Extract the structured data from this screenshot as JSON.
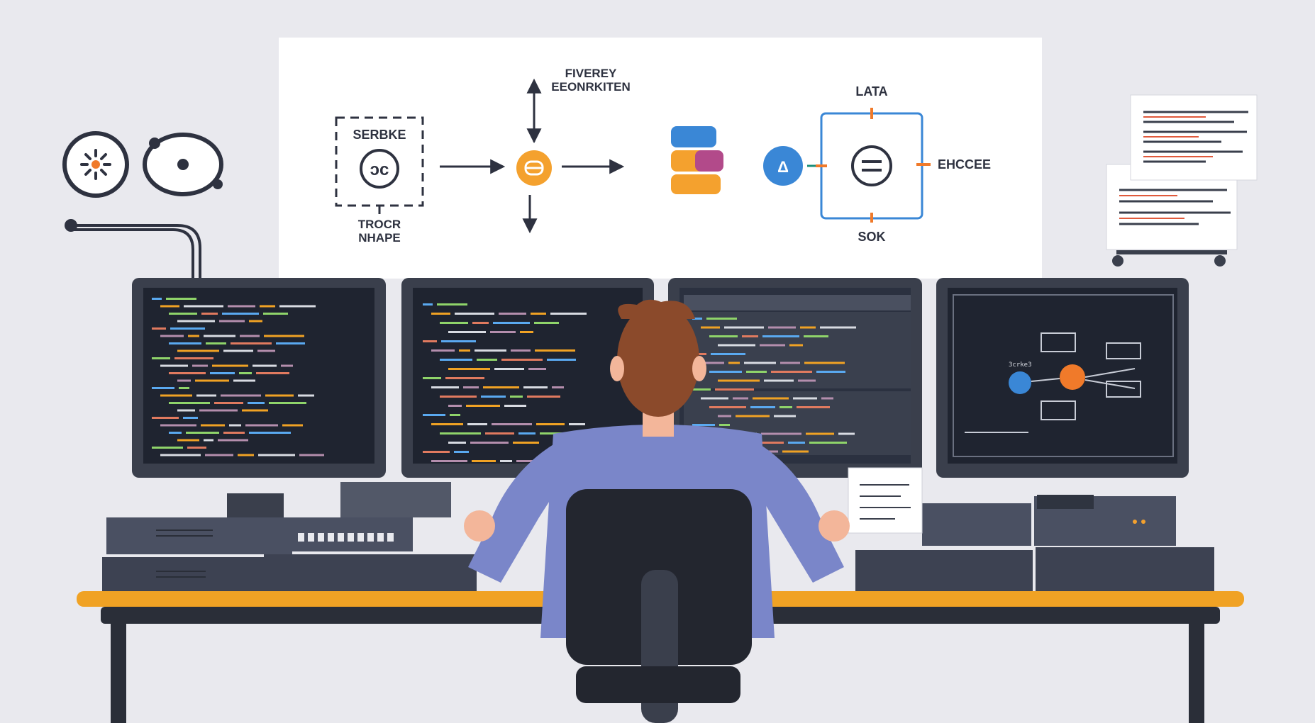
{
  "diagram": {
    "left_box_top": "SERBKE",
    "left_box_bottom_line1": "TROCR",
    "left_box_bottom_line2": "NHAPE",
    "top_label_line1": "FIVEREY",
    "top_label_line2": "EEONRKITEN",
    "right_top": "LATA",
    "right_side": "EHCCEE",
    "right_bottom": "SOK"
  },
  "monitors": [
    {
      "name": "code-monitor-1",
      "lines": 22
    },
    {
      "name": "code-monitor-2",
      "lines": 18
    },
    {
      "name": "terminal-monitor-3",
      "lines": 16
    },
    {
      "name": "flow-monitor-4",
      "label": "3crke3"
    }
  ],
  "colors": {
    "background": "#e9e9ee",
    "panel": "#ffffff",
    "screen": "#1f2430",
    "bezel": "#3a3f4c",
    "accent_orange": "#f4a12e",
    "accent_blue": "#3a87d6",
    "shirt": "#7a86c9",
    "hair": "#8b4a2b",
    "desk_top": "#f0a224"
  },
  "icons": [
    "gear-icon",
    "eye-icon",
    "flow-node-icon",
    "database-icon"
  ]
}
